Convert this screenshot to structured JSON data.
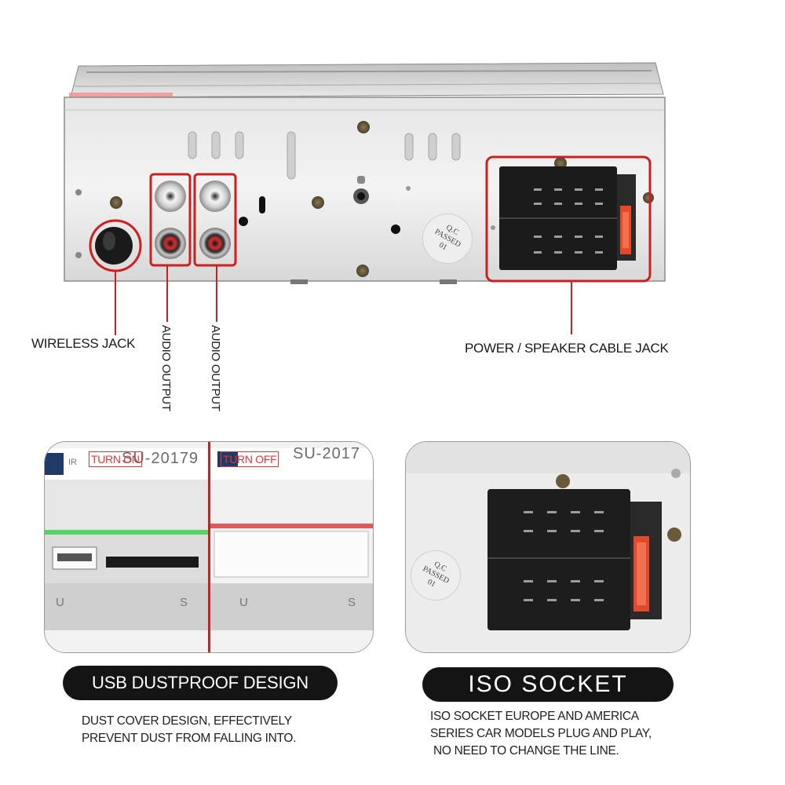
{
  "callouts": {
    "wireless_jack": "WIRELESS JACK",
    "audio_output_1": "AUDIO OUTPUT",
    "audio_output_2": "AUDIO OUTPUT",
    "power_speaker": "POWER / SPEAKER CABLE JACK"
  },
  "stamp": {
    "line1": "Q.C",
    "line2": "PASSED",
    "line3": "01"
  },
  "usb_panel": {
    "ir_label": "IR",
    "model_left": "SU-20179",
    "model_right": "SU-2017",
    "tag_on": "TURN ON",
    "tag_off": "TURN OFF",
    "letter_u_1": "U",
    "letter_s_1": "S",
    "letter_u_2": "U",
    "letter_s_2": "S",
    "title": "USB DUSTPROOF DESIGN",
    "desc_line1": "DUST COVER DESIGN, EFFECTIVELY",
    "desc_line2": "PREVENT DUST FROM FALLING INTO."
  },
  "iso_panel": {
    "title": "ISO SOCKET",
    "desc_line1": "ISO SOCKET EUROPE AND AMERICA",
    "desc_line2": "SERIES CAR MODELS PLUG AND PLAY,",
    "desc_line3": "NO NEED TO CHANGE THE LINE."
  },
  "colors": {
    "highlight": "#cc1f1f",
    "pill_bg": "#141414",
    "usb_glow": "#3ad14a"
  }
}
